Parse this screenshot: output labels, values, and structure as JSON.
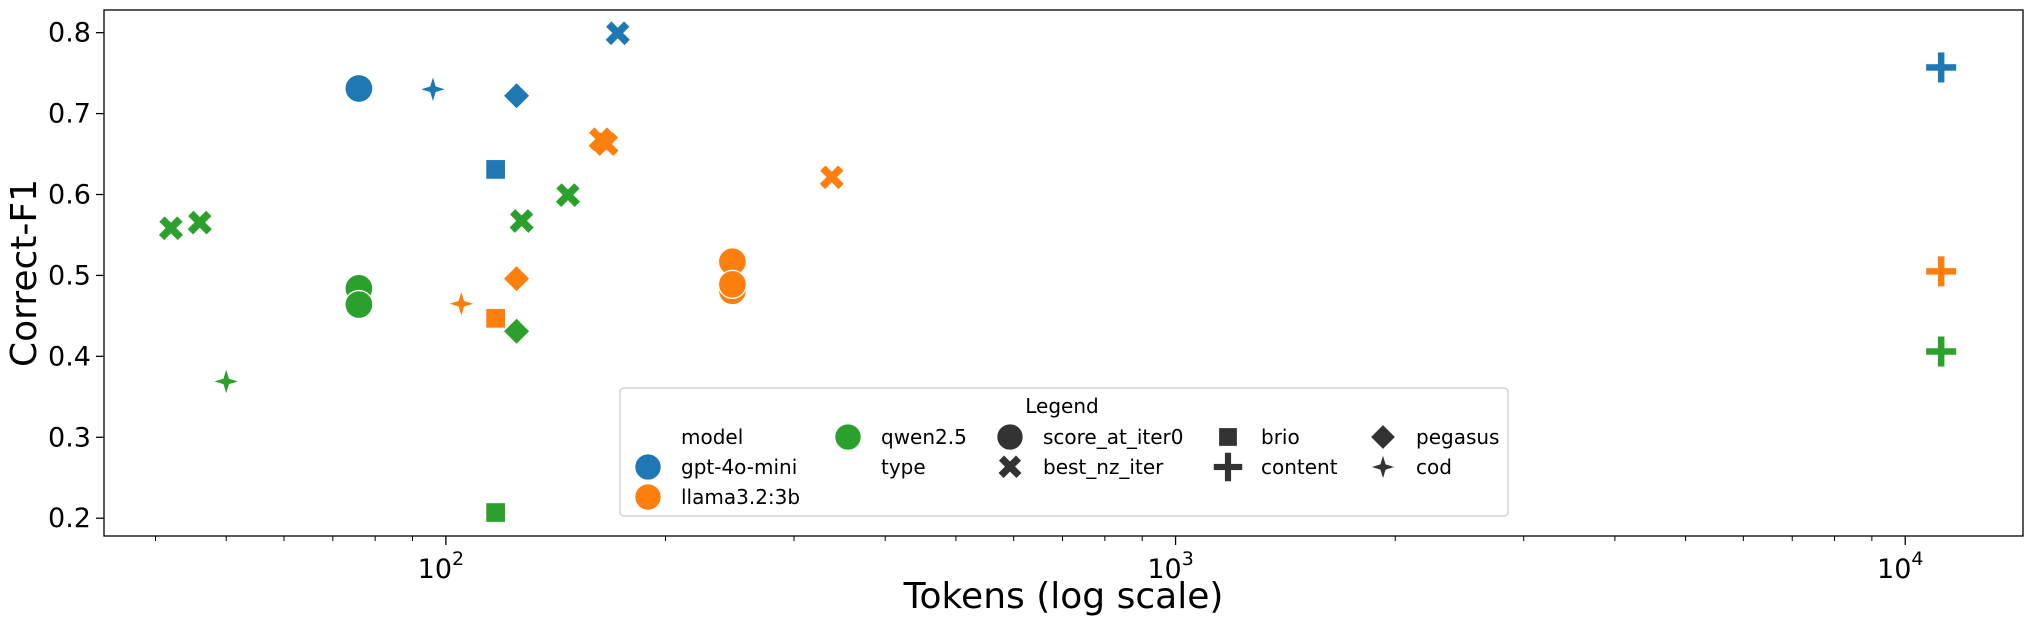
{
  "chart_data": {
    "type": "scatter",
    "title": "",
    "xlabel": "Tokens (log scale)",
    "ylabel": "Correct-F1",
    "xscale": "log",
    "xlim": [
      34,
      14500
    ],
    "ylim": [
      0.178,
      0.828
    ],
    "xticks": [
      {
        "value": 100,
        "base": "10",
        "exp": "2"
      },
      {
        "value": 1000,
        "base": "10",
        "exp": "3"
      },
      {
        "value": 10000,
        "base": "10",
        "exp": "4"
      }
    ],
    "yticks": [
      "0.2",
      "0.3",
      "0.4",
      "0.5",
      "0.6",
      "0.7",
      "0.8"
    ],
    "grid": false,
    "legend_position": "lower-center",
    "colors": {
      "gpt-4o-mini": "#1f77b4",
      "llama3.2:3b": "#ff7f0e",
      "qwen2.5": "#2ca02c",
      "neutral": "#333333"
    },
    "points": [
      {
        "model": "gpt-4o-mini",
        "type": "score_at_iter0",
        "x": 76,
        "y": 0.731
      },
      {
        "model": "gpt-4o-mini",
        "type": "cod",
        "x": 96,
        "y": 0.73
      },
      {
        "model": "gpt-4o-mini",
        "type": "pegasus",
        "x": 125,
        "y": 0.722
      },
      {
        "model": "gpt-4o-mini",
        "type": "best_nz_iter",
        "x": 172,
        "y": 0.799
      },
      {
        "model": "gpt-4o-mini",
        "type": "brio",
        "x": 117,
        "y": 0.631
      },
      {
        "model": "gpt-4o-mini",
        "type": "content",
        "x": 11200,
        "y": 0.757
      },
      {
        "model": "llama3.2:3b",
        "type": "best_nz_iter",
        "x": 163,
        "y": 0.668
      },
      {
        "model": "llama3.2:3b",
        "type": "best_nz_iter",
        "x": 166,
        "y": 0.662
      },
      {
        "model": "llama3.2:3b",
        "type": "best_nz_iter",
        "x": 338,
        "y": 0.621
      },
      {
        "model": "llama3.2:3b",
        "type": "score_at_iter0",
        "x": 247,
        "y": 0.517
      },
      {
        "model": "llama3.2:3b",
        "type": "score_at_iter0",
        "x": 247,
        "y": 0.481
      },
      {
        "model": "llama3.2:3b",
        "type": "score_at_iter0",
        "x": 247,
        "y": 0.489
      },
      {
        "model": "llama3.2:3b",
        "type": "pegasus",
        "x": 125,
        "y": 0.496
      },
      {
        "model": "llama3.2:3b",
        "type": "cod",
        "x": 105,
        "y": 0.465
      },
      {
        "model": "llama3.2:3b",
        "type": "brio",
        "x": 117,
        "y": 0.447
      },
      {
        "model": "llama3.2:3b",
        "type": "content",
        "x": 11200,
        "y": 0.505
      },
      {
        "model": "qwen2.5",
        "type": "best_nz_iter",
        "x": 42,
        "y": 0.558
      },
      {
        "model": "qwen2.5",
        "type": "best_nz_iter",
        "x": 46,
        "y": 0.565
      },
      {
        "model": "qwen2.5",
        "type": "best_nz_iter",
        "x": 147,
        "y": 0.599
      },
      {
        "model": "qwen2.5",
        "type": "best_nz_iter",
        "x": 127,
        "y": 0.567
      },
      {
        "model": "qwen2.5",
        "type": "score_at_iter0",
        "x": 76,
        "y": 0.484
      },
      {
        "model": "qwen2.5",
        "type": "score_at_iter0",
        "x": 76,
        "y": 0.464
      },
      {
        "model": "qwen2.5",
        "type": "pegasus",
        "x": 125,
        "y": 0.431
      },
      {
        "model": "qwen2.5",
        "type": "cod",
        "x": 50,
        "y": 0.369
      },
      {
        "model": "qwen2.5",
        "type": "brio",
        "x": 117,
        "y": 0.207
      },
      {
        "model": "qwen2.5",
        "type": "content",
        "x": 11200,
        "y": 0.406
      }
    ],
    "legend": {
      "title": "Legend",
      "columns": [
        [
          {
            "kind": "header",
            "label": "model"
          },
          {
            "kind": "marker",
            "marker": "score_at_iter0",
            "color_key": "gpt-4o-mini",
            "label": "gpt-4o-mini"
          },
          {
            "kind": "marker",
            "marker": "score_at_iter0",
            "color_key": "llama3.2:3b",
            "label": "llama3.2:3b"
          }
        ],
        [
          {
            "kind": "marker",
            "marker": "score_at_iter0",
            "color_key": "qwen2.5",
            "label": "qwen2.5"
          },
          {
            "kind": "header",
            "label": "type"
          }
        ],
        [
          {
            "kind": "marker",
            "marker": "score_at_iter0",
            "color_key": "neutral",
            "label": "score_at_iter0"
          },
          {
            "kind": "marker",
            "marker": "best_nz_iter",
            "color_key": "neutral",
            "label": "best_nz_iter"
          }
        ],
        [
          {
            "kind": "marker",
            "marker": "brio",
            "color_key": "neutral",
            "label": "brio"
          },
          {
            "kind": "marker",
            "marker": "content",
            "color_key": "neutral",
            "label": "content"
          }
        ],
        [
          {
            "kind": "marker",
            "marker": "pegasus",
            "color_key": "neutral",
            "label": "pegasus"
          },
          {
            "kind": "marker",
            "marker": "cod",
            "color_key": "neutral",
            "label": "cod"
          }
        ]
      ]
    }
  }
}
